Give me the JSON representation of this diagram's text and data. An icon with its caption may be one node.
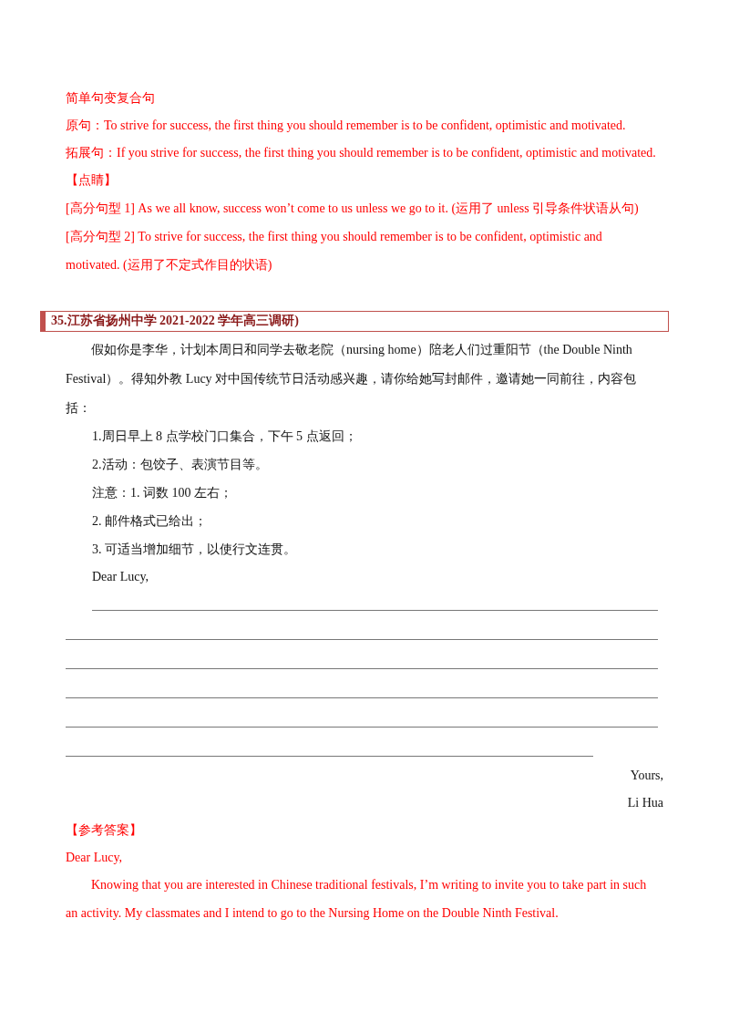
{
  "diagram": {
    "nodes": [
      {
        "text": [
          "35.江苏省扬州中学 2021-2022 学年高三调研)"
        ]
      }
    ],
    "labels": [
      "简单句变复合句",
      "原句：To strive for success, the first thing you should remember is to be confident, optimistic and motivated.",
      "拓展句：If you strive for success, the first thing you should remember is to be confident, optimistic and motivated.",
      "【点睛】",
      "[高分句型 1] As we all know, success won’t come to us unless we go to it. (运用了 unless 引导条件状语从句)",
      "[高分句型 2] To strive for success, the first thing you should remember is to be confident, optimistic and motivated. (运用了不定式作目的状语)",
      "假如你是李华，计划本周日和同学去敬老院（nursing home）陪老人们过重阳节（the Double Ninth Festival）。得知外教 Lucy 对中国传统节日活动感兴趣，请你给她写封邮件，邀请她一同前往，内容包括：",
      "1.周日早上 8 点学校门口集合，下午 5 点返回；",
      "2.活动：包饺子、表演节目等。",
      "注意：1. 词数 100 左右；",
      "2. 邮件格式已给出；",
      "3. 可适当增加细节，以使行文连贯。",
      "Dear Lucy,",
      "Yours,",
      "Li Hua",
      "【参考答案】",
      "Dear Lucy,",
      "Knowing that you are interested in Chinese traditional festivals, I’m writing to invite you to take part in such an activity. My classmates and I intend to go to the Nursing Home on the Double Ninth Festival."
    ]
  }
}
